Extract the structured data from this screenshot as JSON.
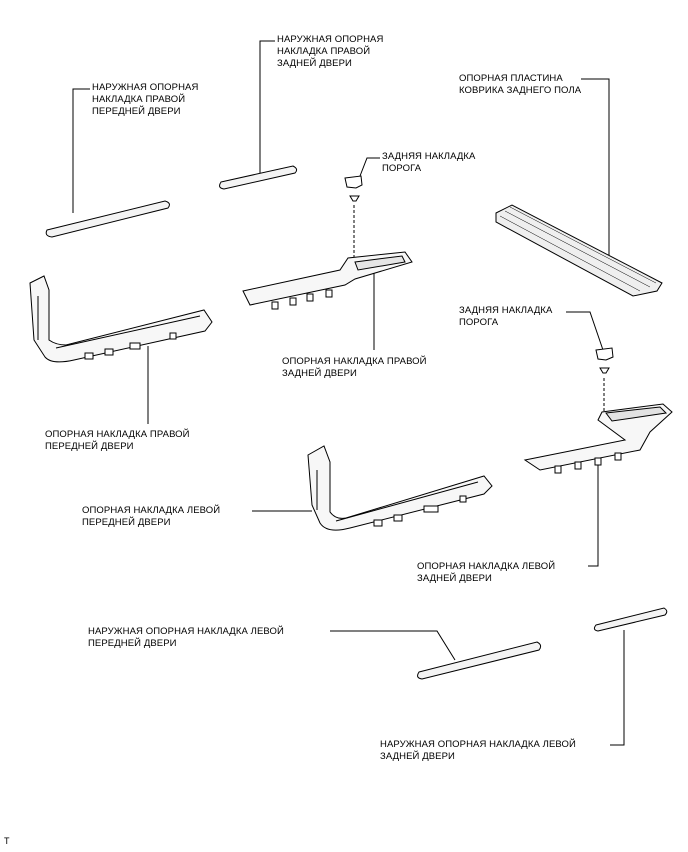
{
  "labels": {
    "outer_rf": [
      "НАРУЖНАЯ ОПОРНАЯ",
      "НАКЛАДКА ПРАВОЙ",
      "ПЕРЕДНЕЙ ДВЕРИ"
    ],
    "outer_rr": [
      "НАРУЖНАЯ ОПОРНАЯ",
      "НАКЛАДКА ПРАВОЙ",
      "ЗАДНЕЙ ДВЕРИ"
    ],
    "floor_plate": [
      "ОПОРНАЯ ПЛАСТИНА",
      "КОВРИКА ЗАДНЕГО ПОЛА"
    ],
    "rear_cover_1": [
      "ЗАДНЯЯ НАКЛАДКА",
      "ПОРОГА"
    ],
    "rear_cover_2": [
      "ЗАДНЯЯ НАКЛАДКА",
      "ПОРОГА"
    ],
    "scuff_rr": [
      "ОПОРНАЯ НАКЛАДКА ПРАВОЙ",
      "ЗАДНЕЙ ДВЕРИ"
    ],
    "scuff_rf": [
      "ОПОРНАЯ НАКЛАДКА ПРАВОЙ",
      "ПЕРЕДНЕЙ ДВЕРИ"
    ],
    "scuff_lf": [
      "ОПОРНАЯ НАКЛАДКА ЛЕВОЙ",
      "ПЕРЕДНЕЙ ДВЕРИ"
    ],
    "scuff_lr": [
      "ОПОРНАЯ НАКЛАДКА ЛЕВОЙ",
      "ЗАДНЕЙ ДВЕРИ"
    ],
    "outer_lf": [
      "НАРУЖНАЯ ОПОРНАЯ НАКЛАДКА ЛЕВОЙ",
      "ПЕРЕДНЕЙ ДВЕРИ"
    ],
    "outer_lr": [
      "НАРУЖНАЯ ОПОРНАЯ НАКЛАДКА ЛЕВОЙ",
      "ЗАДНЕЙ ДВЕРИ"
    ]
  },
  "corner_mark": "T"
}
